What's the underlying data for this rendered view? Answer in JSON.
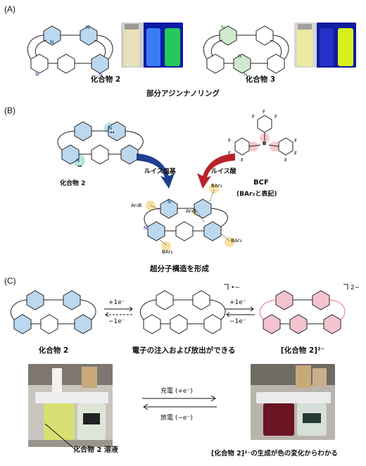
{
  "panel_a": {
    "label": "(A)",
    "compound_left": "化合物 2",
    "compound_right": "化合物 3",
    "center_caption": "部分アジンナノリング"
  },
  "panel_b": {
    "label": "(B)",
    "lewis_base": "ルイス塩基",
    "lewis_acid": "ルイス酸",
    "compound": "化合物 2",
    "acid_name": "BCF",
    "acid_note": "(BAr₃と表記)",
    "result": "超分子構造を形成",
    "atom_f": "F",
    "atom_b": "B",
    "atom_n": "N",
    "adduct_label": "BAr₃",
    "ar3b_label": "Ar₃B"
  },
  "panel_c": {
    "label": "(C)",
    "compound_left": "化合物 2",
    "compound_right": "[化合物 2]²⁻",
    "center_caption": "電子の注入および放出ができる",
    "fwd1": "+1e⁻",
    "rev1": "−1e⁻",
    "fwd2": "+1e⁻",
    "rev2": "−1e⁻",
    "charge_mid": "•−",
    "charge_right": "2−",
    "charge_label": "充電 (+e⁻)",
    "discharge_label": "放電 (−e⁻)",
    "photo_left_caption": "化合物 2 溶液",
    "photo_right_caption": "[化合物 2]²⁻の生成が色の変化からわかる"
  },
  "colors": {
    "ring_blue": "#bcd8ef",
    "ring_green": "#cfe9cf",
    "ring_pink": "#f3c4cf",
    "arrow_blue": "#1f3f8f",
    "arrow_red": "#b8202a",
    "glow_yellow": "#f6d37a",
    "glow_teal": "#a8ddd6",
    "glow_pink": "#f2b4b4"
  }
}
